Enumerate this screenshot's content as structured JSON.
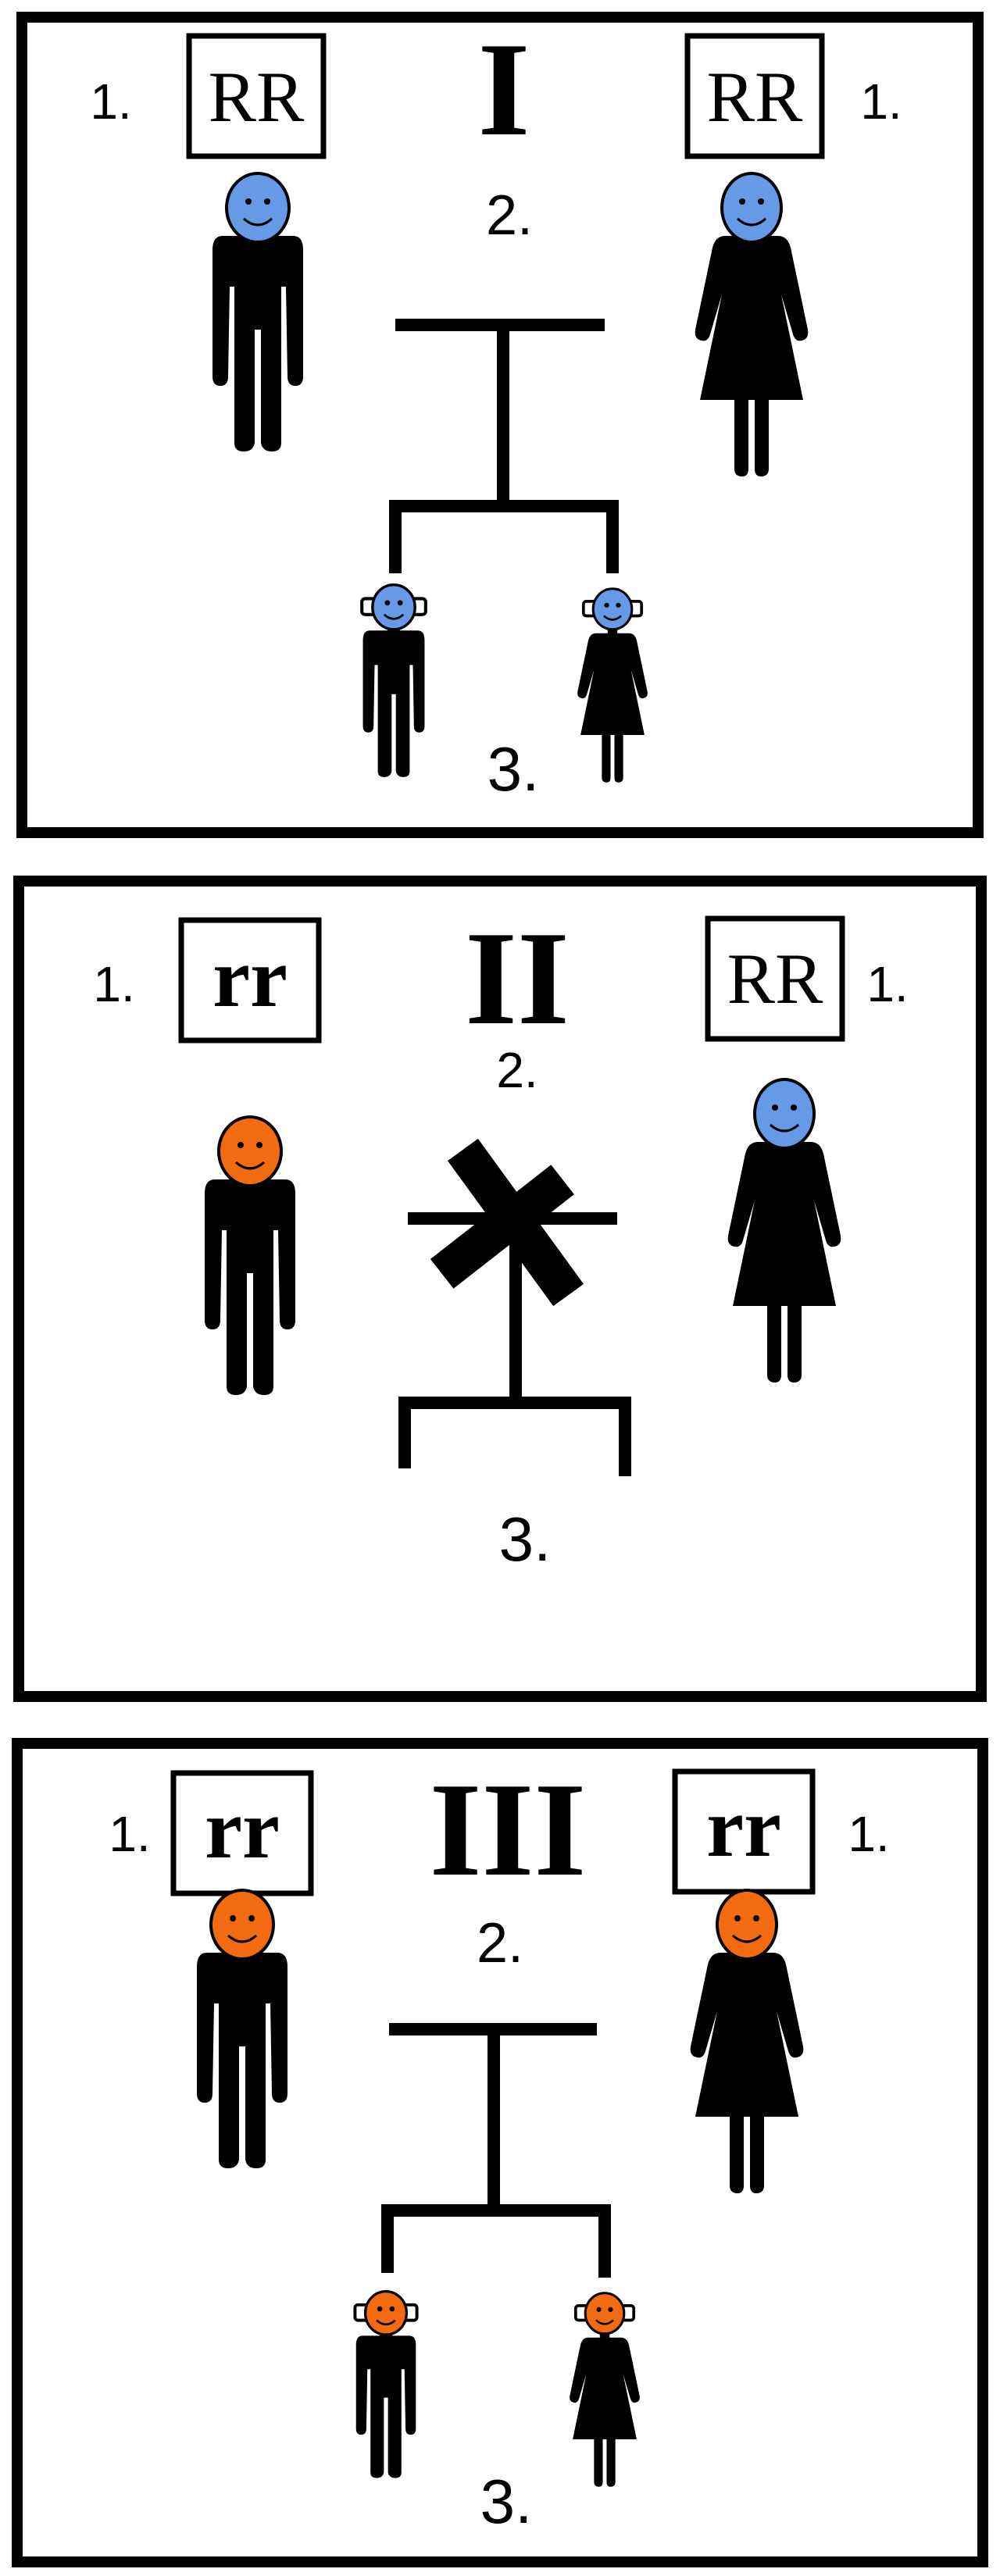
{
  "colors": {
    "blue": "#6699e6",
    "orange": "#f26b10",
    "ink": "#000000",
    "paper": "#ffffff"
  },
  "panels": [
    {
      "roman": "I",
      "number_label": "1.",
      "cross_label": "2.",
      "offspring_label": "3.",
      "father": {
        "genotype": "RR",
        "color": "blue"
      },
      "mother": {
        "genotype": "RR",
        "color": "blue"
      },
      "mating_possible": true,
      "offspring_color": "blue"
    },
    {
      "roman": "II",
      "number_label": "1.",
      "cross_label": "2.",
      "offspring_label": "3.",
      "father": {
        "genotype": "rr",
        "color": "orange"
      },
      "mother": {
        "genotype": "RR",
        "color": "blue"
      },
      "mating_possible": false,
      "offspring_color": null
    },
    {
      "roman": "III",
      "number_label": "1.",
      "cross_label": "2.",
      "offspring_label": "3.",
      "father": {
        "genotype": "rr",
        "color": "orange"
      },
      "mother": {
        "genotype": "rr",
        "color": "orange"
      },
      "mating_possible": true,
      "offspring_color": "orange"
    }
  ]
}
